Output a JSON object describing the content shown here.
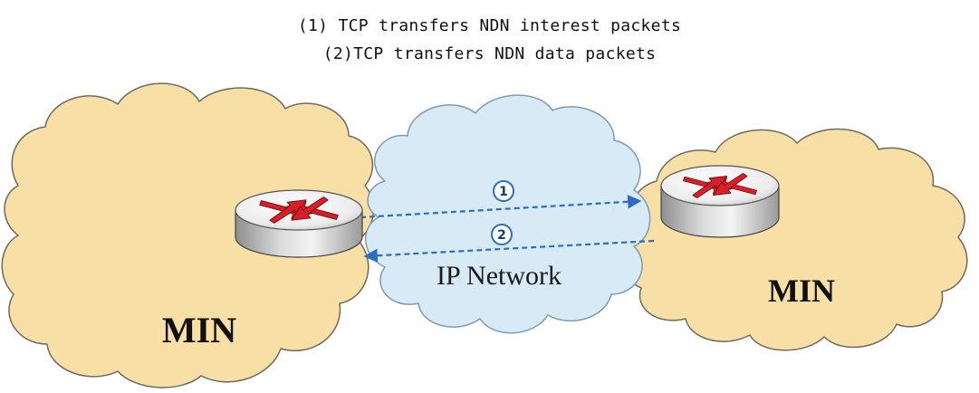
{
  "legend": {
    "line1": "(1) TCP transfers NDN interest packets",
    "line2": "(2)TCP transfers NDN data packets"
  },
  "left_cloud": {
    "label": "MIN"
  },
  "right_cloud": {
    "label": "MIN"
  },
  "ip_cloud": {
    "label": "IP Network"
  },
  "arrows": [
    {
      "marker": "1",
      "direction": "left-to-right"
    },
    {
      "marker": "2",
      "direction": "right-to-left"
    }
  ],
  "colors": {
    "min_cloud_fill": "#f8dfa6",
    "min_cloud_stroke": "#6f6a60",
    "ip_cloud_fill": "#d7eaf6",
    "ip_cloud_stroke": "#7d9bb2",
    "arrow": "#2d6cc0",
    "router_arrow": "#d8202a"
  }
}
